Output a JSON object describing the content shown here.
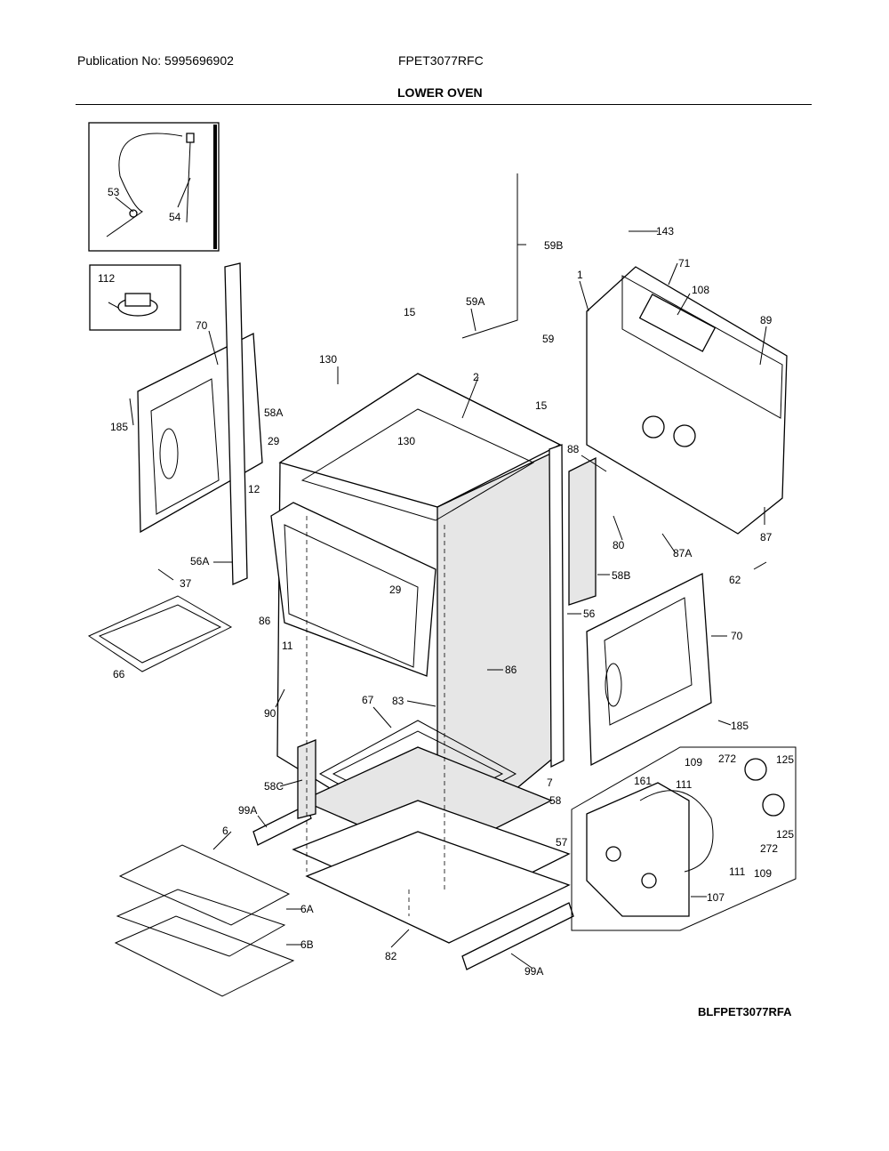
{
  "header": {
    "publication": "Publication No: 5995696902",
    "model": "FPET3077RFC",
    "section_title": "LOWER OVEN"
  },
  "footer": {
    "diagram_code": "BLFPET3077RFA"
  },
  "callouts": [
    {
      "id": "c53",
      "text": "53"
    },
    {
      "id": "c54",
      "text": "54"
    },
    {
      "id": "c112",
      "text": "112"
    },
    {
      "id": "c70a",
      "text": "70"
    },
    {
      "id": "c185a",
      "text": "185"
    },
    {
      "id": "c29a",
      "text": "29"
    },
    {
      "id": "c12",
      "text": "12"
    },
    {
      "id": "c56A",
      "text": "56A"
    },
    {
      "id": "c37",
      "text": "37"
    },
    {
      "id": "c66",
      "text": "66"
    },
    {
      "id": "c86a",
      "text": "86"
    },
    {
      "id": "c11",
      "text": "11"
    },
    {
      "id": "c58A",
      "text": "58A"
    },
    {
      "id": "c130a",
      "text": "130"
    },
    {
      "id": "c130b",
      "text": "130"
    },
    {
      "id": "c15a",
      "text": "15"
    },
    {
      "id": "c59A",
      "text": "59A"
    },
    {
      "id": "c59B",
      "text": "59B"
    },
    {
      "id": "c59",
      "text": "59"
    },
    {
      "id": "c2",
      "text": "2"
    },
    {
      "id": "c15b",
      "text": "15"
    },
    {
      "id": "c29b",
      "text": "29"
    },
    {
      "id": "c143",
      "text": "143"
    },
    {
      "id": "c1",
      "text": "1"
    },
    {
      "id": "c71",
      "text": "71"
    },
    {
      "id": "c108",
      "text": "108"
    },
    {
      "id": "c89",
      "text": "89"
    },
    {
      "id": "c88",
      "text": "88"
    },
    {
      "id": "c80",
      "text": "80"
    },
    {
      "id": "c87A",
      "text": "87A"
    },
    {
      "id": "c87",
      "text": "87"
    },
    {
      "id": "c62",
      "text": "62"
    },
    {
      "id": "c58B",
      "text": "58B"
    },
    {
      "id": "c56",
      "text": "56"
    },
    {
      "id": "c86b",
      "text": "86"
    },
    {
      "id": "c70b",
      "text": "70"
    },
    {
      "id": "c185b",
      "text": "185"
    },
    {
      "id": "c90",
      "text": "90"
    },
    {
      "id": "c67",
      "text": "67"
    },
    {
      "id": "c83",
      "text": "83"
    },
    {
      "id": "c7",
      "text": "7"
    },
    {
      "id": "c58C",
      "text": "58C"
    },
    {
      "id": "c99Aa",
      "text": "99A"
    },
    {
      "id": "c58",
      "text": "58"
    },
    {
      "id": "c57",
      "text": "57"
    },
    {
      "id": "c6",
      "text": "6"
    },
    {
      "id": "c6A",
      "text": "6A"
    },
    {
      "id": "c6B",
      "text": "6B"
    },
    {
      "id": "c82",
      "text": "82"
    },
    {
      "id": "c99Ab",
      "text": "99A"
    },
    {
      "id": "c109a",
      "text": "109"
    },
    {
      "id": "c272a",
      "text": "272"
    },
    {
      "id": "c125a",
      "text": "125"
    },
    {
      "id": "c161",
      "text": "161"
    },
    {
      "id": "c111a",
      "text": "111"
    },
    {
      "id": "c125b",
      "text": "125"
    },
    {
      "id": "c272b",
      "text": "272"
    },
    {
      "id": "c111b",
      "text": "111"
    },
    {
      "id": "c109b",
      "text": "109"
    },
    {
      "id": "c107",
      "text": "107"
    }
  ]
}
